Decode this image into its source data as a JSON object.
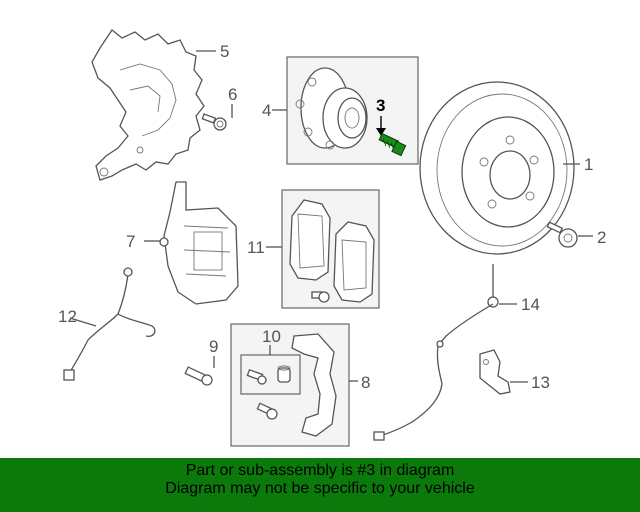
{
  "callouts": {
    "c1": "1",
    "c2": "2",
    "c3": "3",
    "c4": "4",
    "c5": "5",
    "c6": "6",
    "c7": "7",
    "c8": "8",
    "c9": "9",
    "c10": "10",
    "c11": "11",
    "c12": "12",
    "c13": "13",
    "c14": "14"
  },
  "selected_part": "3",
  "colors": {
    "banner": "#0b7a0b",
    "highlight_bolt": "#1a8a1a"
  },
  "banner": {
    "line1": "Part or sub-assembly is #3 in diagram",
    "line2": "Diagram may not be specific to your vehicle"
  }
}
